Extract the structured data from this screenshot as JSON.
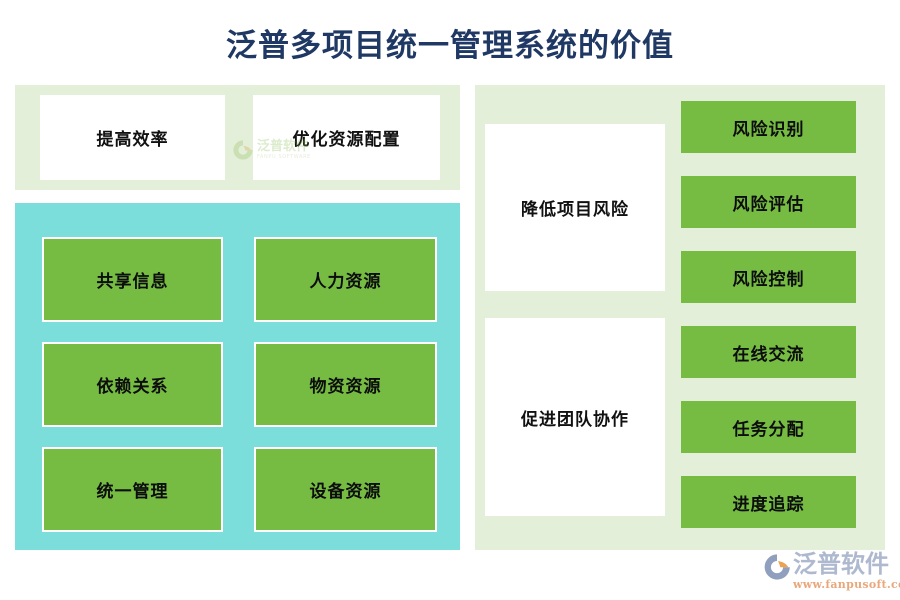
{
  "header": {
    "title": "泛普多项目统一管理系统的价值",
    "title_color": "#1F3864"
  },
  "theme": {
    "panel_light_green": "#E4EFD9",
    "panel_cyan": "#7BDEDB",
    "box_green": "#76BC43",
    "card_white": "#FFFFFF",
    "text_dark": "#0D0D0D"
  },
  "panels": {
    "benefits": {
      "name": "benefits-panel",
      "background": "#E4EFD9",
      "cards": [
        {
          "label": "提高效率"
        },
        {
          "label": "优化资源配置"
        }
      ]
    },
    "resources": {
      "name": "resources-panel",
      "background": "#7BDEDB",
      "boxes": [
        {
          "label": "共享信息"
        },
        {
          "label": "人力资源"
        },
        {
          "label": "依赖关系"
        },
        {
          "label": "物资资源"
        },
        {
          "label": "统一管理"
        },
        {
          "label": "设备资源"
        }
      ]
    },
    "right": {
      "name": "right-panel",
      "background": "#E4EFD9",
      "groups": [
        {
          "title": "降低项目风险",
          "items": [
            {
              "label": "风险识别"
            },
            {
              "label": "风险评估"
            },
            {
              "label": "风险控制"
            }
          ]
        },
        {
          "title": "促进团队协作",
          "items": [
            {
              "label": "在线交流"
            },
            {
              "label": "任务分配"
            },
            {
              "label": "进度追踪"
            }
          ]
        }
      ]
    }
  },
  "watermark": {
    "name": "fanpu-watermark",
    "cn": "泛普软件",
    "en": "FANPU SOFTWARE",
    "color": "#8FBF5A"
  },
  "brand": {
    "name": "fanpu-logo",
    "cn": "泛普软件",
    "url": "www.fanpusoft.com",
    "cn_color": "#AEB9CF",
    "url_color": "#E8A87C"
  }
}
